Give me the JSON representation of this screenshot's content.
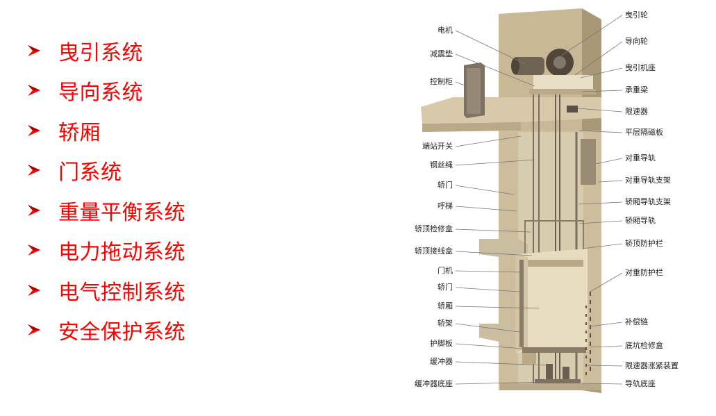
{
  "bullets": [
    "曳引系统",
    "导向系统",
    "轿厢",
    "门系统",
    "重量平衡系统",
    "电力拖动系统",
    "电气控制系统",
    "安全保护系统"
  ],
  "diagram": {
    "left_labels": [
      "电机",
      "减震垫",
      "控制柜",
      "端站开关",
      "钢丝绳",
      "轿门",
      "呼梯",
      "轿顶检修盒",
      "轿顶接线盒",
      "门机",
      "轿门",
      "轿厢",
      "轿架",
      "护脚板",
      "缓冲器",
      "缓冲器底座"
    ],
    "right_labels": [
      "曳引轮",
      "导向轮",
      "曳引机座",
      "承重梁",
      "限速器",
      "平层隔磁板",
      "对重导轨",
      "对重导轨支架",
      "轿厢导轨支架",
      "轿厢导轨",
      "轿顶防护栏",
      "对重防护栏",
      "补偿链",
      "底坑检修盒",
      "限速器涨紧装置",
      "导轨底座"
    ]
  },
  "colors": {
    "bullet_text": "#ff0000",
    "wall": "#c9b896",
    "wall_dark": "#a99876",
    "car": "#e8dcc0"
  }
}
